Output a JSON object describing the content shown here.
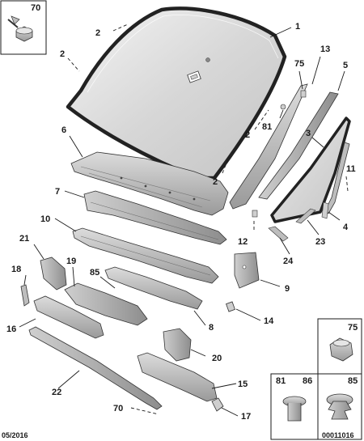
{
  "footer": {
    "date": "05/2016",
    "reference": "00011016"
  },
  "detail_boxes": {
    "screw": {
      "label": "70"
    },
    "clip_a": {
      "label": "75"
    },
    "clip_b_left": {
      "label": "81"
    },
    "clip_b_right": {
      "label": "86"
    },
    "clip_c": {
      "label": "85"
    }
  },
  "callouts": {
    "windscreen": "1",
    "seal_2a": "2",
    "seal_2b": "2",
    "seal_2c": "2",
    "seal_2d": "2",
    "bulkhead_panel": "6",
    "scuttle_upper": "7",
    "scuttle_lower": "10",
    "bracket_21": "21",
    "bracket_19": "19",
    "clip_85": "85",
    "part_18": "18",
    "part_16": "16",
    "crossmember_8": "8",
    "bracket_20": "20",
    "rail_22": "22",
    "rail_15": "15",
    "screw_70": "70",
    "clip_17": "17",
    "clip_14": "14",
    "bracket_9": "9",
    "trim_13": "13",
    "seal_5": "5",
    "clip_75": "75",
    "clip_81": "81",
    "quarter_glass_3": "3",
    "seal_11": "11",
    "finisher_4": "4",
    "clip_12": "12",
    "seal_23": "23",
    "seal_24": "24"
  }
}
